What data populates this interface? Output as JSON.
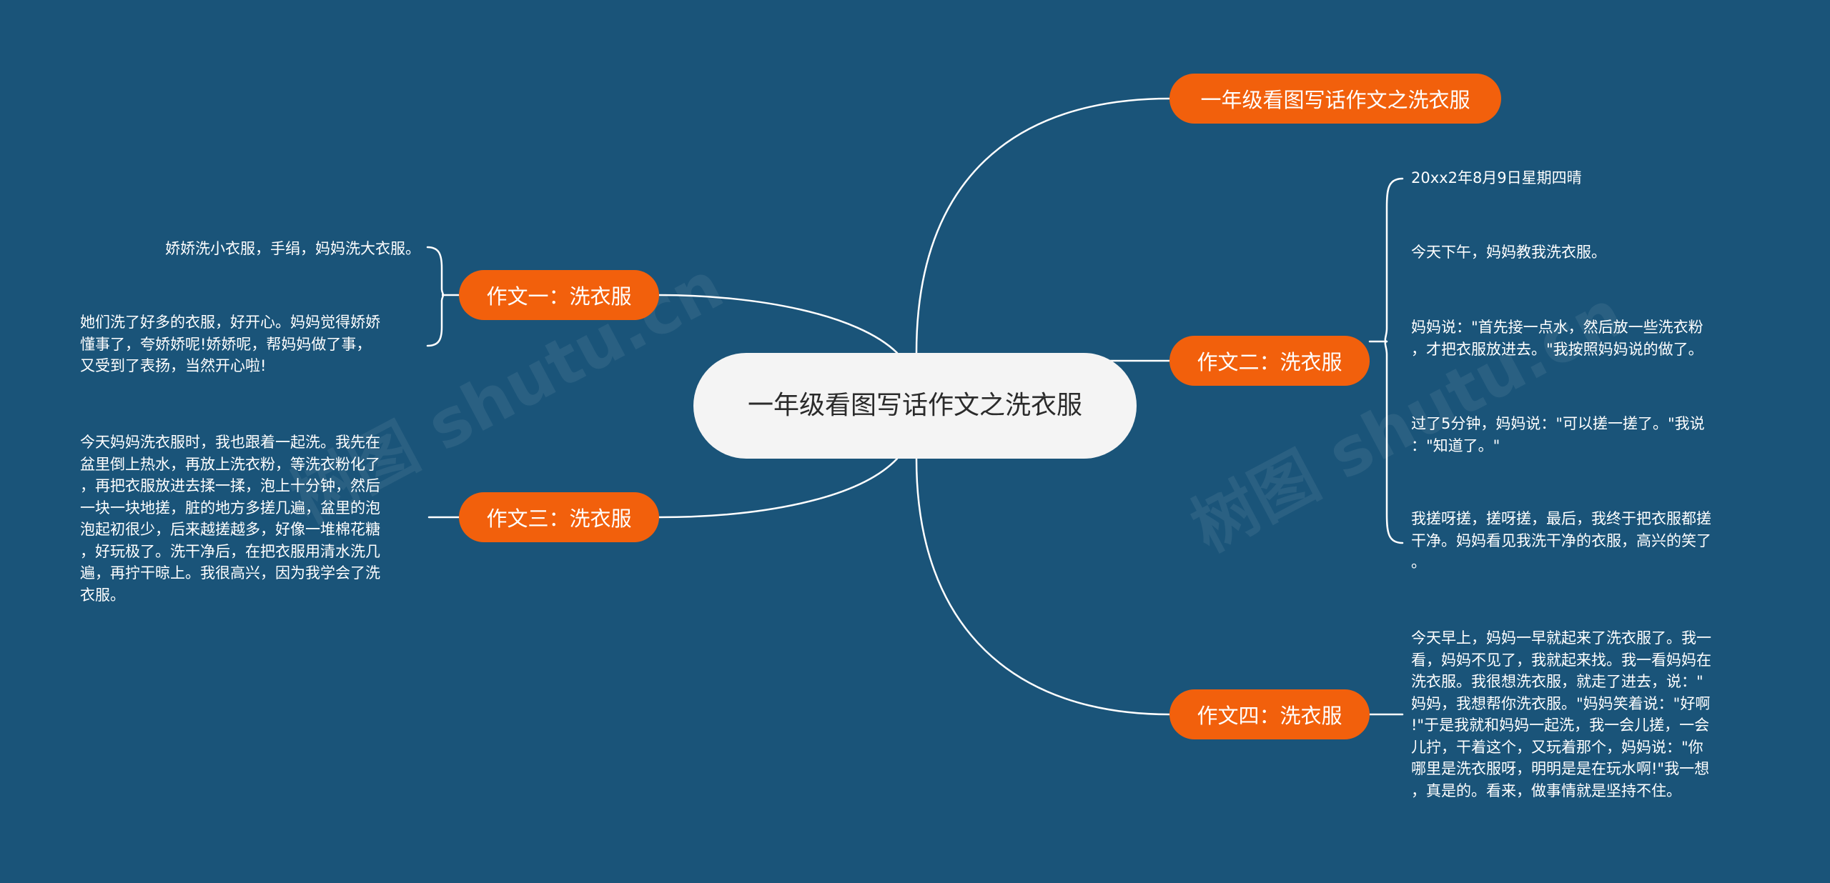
{
  "root": {
    "label": "一年级看图写话作文之洗衣服"
  },
  "branches": [
    {
      "id": "r1",
      "label": "一年级看图写话作文之洗衣服",
      "leaves": []
    },
    {
      "id": "r2",
      "label": "作文二：洗衣服",
      "leaves": [
        "20xx2年8月9日星期四晴",
        "今天下午，妈妈教我洗衣服。",
        "妈妈说：\"首先接一点水，然后放一些洗衣粉\n，才把衣服放进去。\"我按照妈妈说的做了。",
        "过了5分钟，妈妈说：\"可以搓一搓了。\"我说\n：\"知道了。\"",
        "我搓呀搓，搓呀搓，最后，我终于把衣服都搓\n干净。妈妈看见我洗干净的衣服，高兴的笑了\n。"
      ]
    },
    {
      "id": "r3",
      "label": "作文四：洗衣服",
      "leaves": [
        "今天早上，妈妈一早就起来了洗衣服了。我一\n看，妈妈不见了，我就起来找。我一看妈妈在\n洗衣服。我很想洗衣服，就走了进去，说：\"\n妈妈，我想帮你洗衣服。\"妈妈笑着说：\"好啊\n!\"于是我就和妈妈一起洗，我一会儿搓，一会\n儿拧，干着这个，又玩着那个，妈妈说：\"你\n哪里是洗衣服呀，明明是是在玩水啊!\"我一想\n，真是的。看来，做事情就是坚持不住。"
      ]
    },
    {
      "id": "l1",
      "label": "作文一：洗衣服",
      "leaves": [
        "娇娇洗小衣服，手绢，妈妈洗大衣服。",
        "她们洗了好多的衣服，好开心。妈妈觉得娇娇\n懂事了，夸娇娇呢!娇娇呢，帮妈妈做了事，\n又受到了表扬，当然开心啦!"
      ]
    },
    {
      "id": "l2",
      "label": "作文三：洗衣服",
      "leaves": [
        "今天妈妈洗衣服时，我也跟着一起洗。我先在\n盆里倒上热水，再放上洗衣粉，等洗衣粉化了\n，再把衣服放进去揉一揉，泡上十分钟，然后\n一块一块地搓，脏的地方多搓几遍，盆里的泡\n泡起初很少，后来越搓越多，好像一堆棉花糖\n，好玩极了。洗干净后，在把衣服用清水洗几\n遍，再拧干晾上。我很高兴，因为我学会了洗\n衣服。"
      ]
    }
  ],
  "watermark": {
    "text": "树图 shutu.cn"
  },
  "colors": {
    "background": "#1a5479",
    "branch": "#f2600c",
    "root": "#f4f4f4",
    "line": "#ffffff"
  }
}
